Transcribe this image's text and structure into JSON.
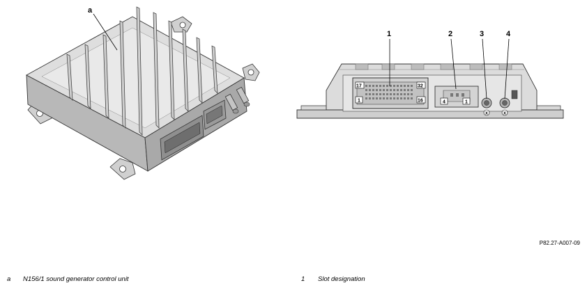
{
  "callouts": {
    "a": "a",
    "c1": "1",
    "c2": "2",
    "c3": "3",
    "c4": "4"
  },
  "pins": {
    "p17": "17",
    "p32": "32",
    "p1": "1",
    "p16": "16",
    "plug_4": "4",
    "plug_1": "1",
    "x3": "x",
    "x4": "x"
  },
  "reference_code": "P82.27-A007-09",
  "legend": [
    {
      "key": "a",
      "text": "N156/1 sound generator control unit"
    },
    {
      "key": "1",
      "text": "Slot designation"
    }
  ]
}
